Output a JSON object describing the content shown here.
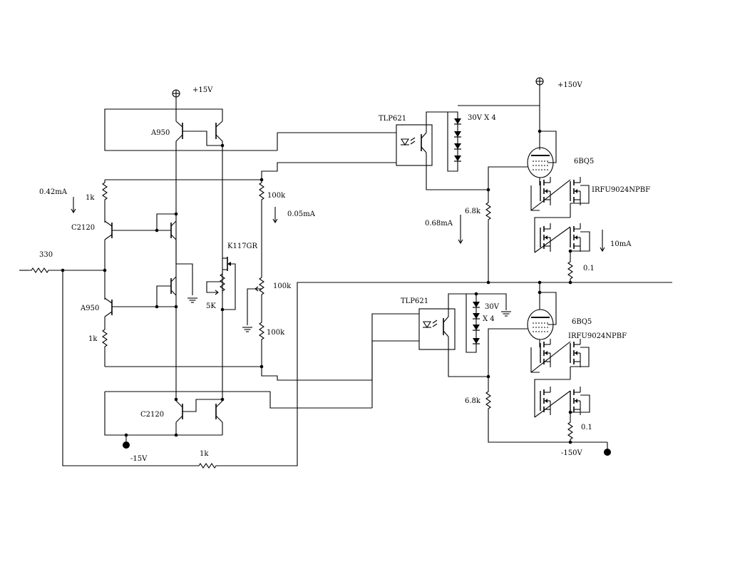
{
  "labels": {
    "pos15": "+15V",
    "neg15": "-15V",
    "pos150": "+150V",
    "neg150": "-150V",
    "a950_top": "A950",
    "a950_mid": "A950",
    "c2120_mid": "C2120",
    "c2120_bot": "C2120",
    "k117gr": "K117GR",
    "pot5k": "5K",
    "r_1k_top": "1k",
    "r_1k_mid": "1k",
    "r_1k_fb": "1k",
    "r_330": "330",
    "r_100k_1": "100k",
    "r_100k_2": "100k",
    "r_100k_3": "100k",
    "cur_042": "0.42mA",
    "cur_005": "0.05mA",
    "cur_068": "0.68mA",
    "cur_10": "10mA",
    "tlp_top": "TLP621",
    "tlp_bot": "TLP621",
    "zener_top": "30V X  4",
    "zener_bot_a": "30V",
    "zener_bot_b": "X  4",
    "tube_top": "6BQ5",
    "tube_bot": "6BQ5",
    "fet_top": "IRFU9024NPBF",
    "fet_bot": "IRFU9024NPBF",
    "r_68k_top": "6.8k",
    "r_68k_bot": "6.8k",
    "r_01_top": "0.1",
    "r_01_bot": "0.1"
  }
}
